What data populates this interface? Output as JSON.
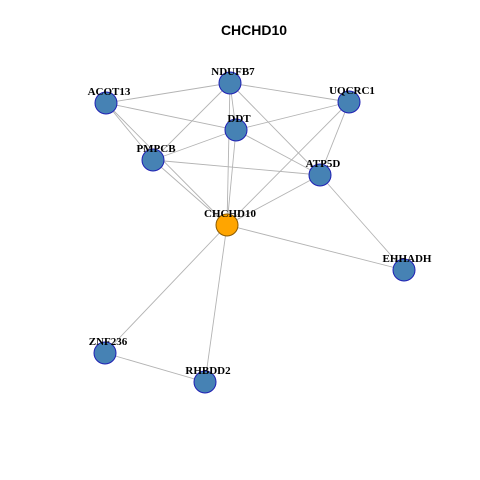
{
  "title": "CHCHD10",
  "colors": {
    "node_fill": "#4682b4",
    "node_stroke": "#1f1fb4",
    "center_fill": "#ffa500",
    "center_stroke": "#8b5a00",
    "edge": "#b3b3b3"
  },
  "nodes": [
    {
      "id": "NDUFB7",
      "label": "NDUFB7",
      "center": false
    },
    {
      "id": "ACOT13",
      "label": "ACOT13",
      "center": false
    },
    {
      "id": "UQCRC1",
      "label": "UQCRC1",
      "center": false
    },
    {
      "id": "DDT",
      "label": "DDT",
      "center": false
    },
    {
      "id": "PMPCB",
      "label": "PMPCB",
      "center": false
    },
    {
      "id": "ATP5D",
      "label": "ATP5D",
      "center": false
    },
    {
      "id": "CHCHD10",
      "label": "CHCHD10",
      "center": true
    },
    {
      "id": "EHHADH",
      "label": "EHHADH",
      "center": false
    },
    {
      "id": "ZNF236",
      "label": "ZNF236",
      "center": false
    },
    {
      "id": "RHBDD2",
      "label": "RHBDD2",
      "center": false
    }
  ],
  "edges": [
    [
      "NDUFB7",
      "ACOT13"
    ],
    [
      "NDUFB7",
      "UQCRC1"
    ],
    [
      "NDUFB7",
      "DDT"
    ],
    [
      "NDUFB7",
      "PMPCB"
    ],
    [
      "NDUFB7",
      "ATP5D"
    ],
    [
      "NDUFB7",
      "CHCHD10"
    ],
    [
      "ACOT13",
      "DDT"
    ],
    [
      "ACOT13",
      "PMPCB"
    ],
    [
      "ACOT13",
      "CHCHD10"
    ],
    [
      "UQCRC1",
      "DDT"
    ],
    [
      "UQCRC1",
      "ATP5D"
    ],
    [
      "UQCRC1",
      "CHCHD10"
    ],
    [
      "DDT",
      "PMPCB"
    ],
    [
      "DDT",
      "ATP5D"
    ],
    [
      "DDT",
      "CHCHD10"
    ],
    [
      "PMPCB",
      "ATP5D"
    ],
    [
      "PMPCB",
      "CHCHD10"
    ],
    [
      "ATP5D",
      "CHCHD10"
    ],
    [
      "ATP5D",
      "EHHADH"
    ],
    [
      "CHCHD10",
      "EHHADH"
    ],
    [
      "CHCHD10",
      "ZNF236"
    ],
    [
      "CHCHD10",
      "RHBDD2"
    ],
    [
      "ZNF236",
      "RHBDD2"
    ]
  ]
}
